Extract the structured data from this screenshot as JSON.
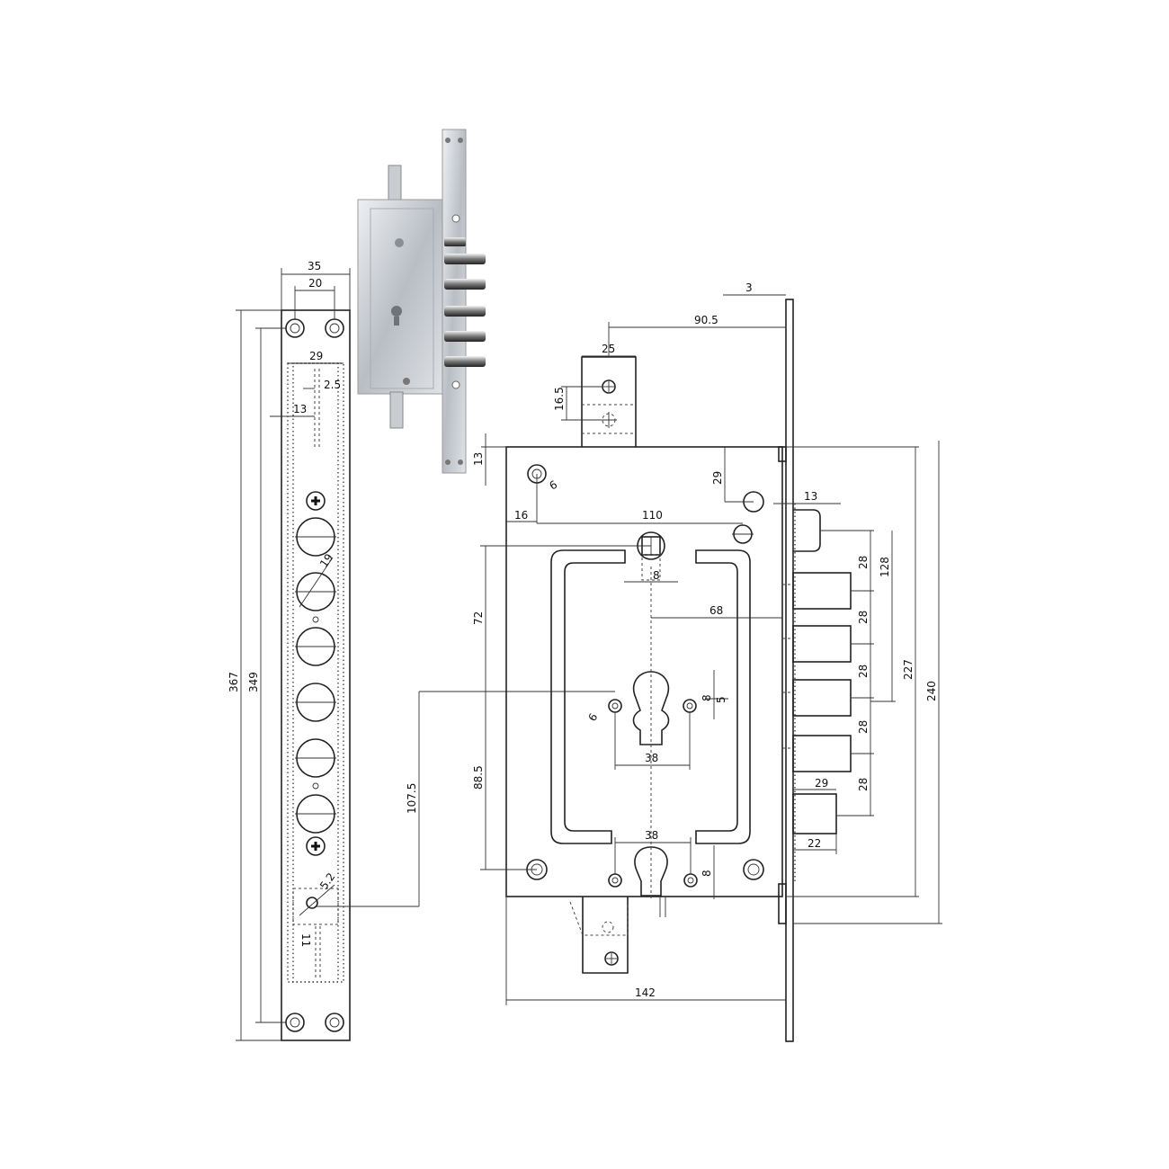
{
  "strip_dims": {
    "width_total": "35",
    "hole_spacing": "20",
    "slot_width": "29",
    "slot_narrow": "2.5",
    "slot_offset": "13",
    "bolt_dia": "19",
    "small_hole_dia": "5.2",
    "offset_11": "11",
    "length_total": "367",
    "length_holes": "349"
  },
  "lock_dims": {
    "plate_thickness": "3",
    "backset_to_top_lug": "90.5",
    "top_lug_width": "25",
    "top_lug_hole": "16.5",
    "lug_height": "13",
    "hole_dia_6": "6",
    "top_hole_offset": "29",
    "faceplate_offset": "13",
    "left_offset": "16",
    "spindle_spacing": "110",
    "spindle_square": "8",
    "spindle_to_face": "68",
    "spindle_to_cyl": "72",
    "cyl_to_bottom": "88.5",
    "cyl_to_strip": "107.5",
    "screw_dia": "6",
    "cyl_screw_spacing": "38",
    "cyl_offset_8": "8",
    "cyl_offset_5": "5",
    "bolt_pitch": "28",
    "bolt_span": "128",
    "height_227": "227",
    "height_240": "240",
    "deadbolt_29": "29",
    "deadbolt_22": "22",
    "bottom_spacing_38": "38",
    "bottom_offset_8": "8",
    "case_depth": "142"
  },
  "photo": {
    "alt_icon": "mortise-lock-photo-icon"
  }
}
